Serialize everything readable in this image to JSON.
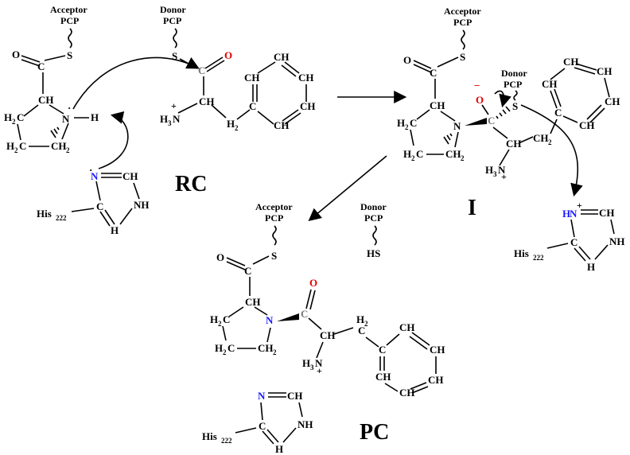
{
  "labels": {
    "acceptor": "Acceptor",
    "donor": "Donor",
    "pcp": "PCP",
    "s": "S",
    "o": "O",
    "c": "C",
    "n": "N",
    "h": "H",
    "ch": "CH",
    "nh": "NH",
    "h2c": "H",
    "h3n": "H",
    "his": "His",
    "his_sub": "222",
    "hs": "HS",
    "plus": "+",
    "minus": "−",
    "dot": "·",
    "sub2": "2",
    "sub3": "3"
  },
  "states": {
    "rc": "RC",
    "i": "I",
    "pc": "PC"
  },
  "colors": {
    "oxygen": "#e00000",
    "nitrogen": "#1a1aff",
    "carbonyl_c": "#777777"
  }
}
